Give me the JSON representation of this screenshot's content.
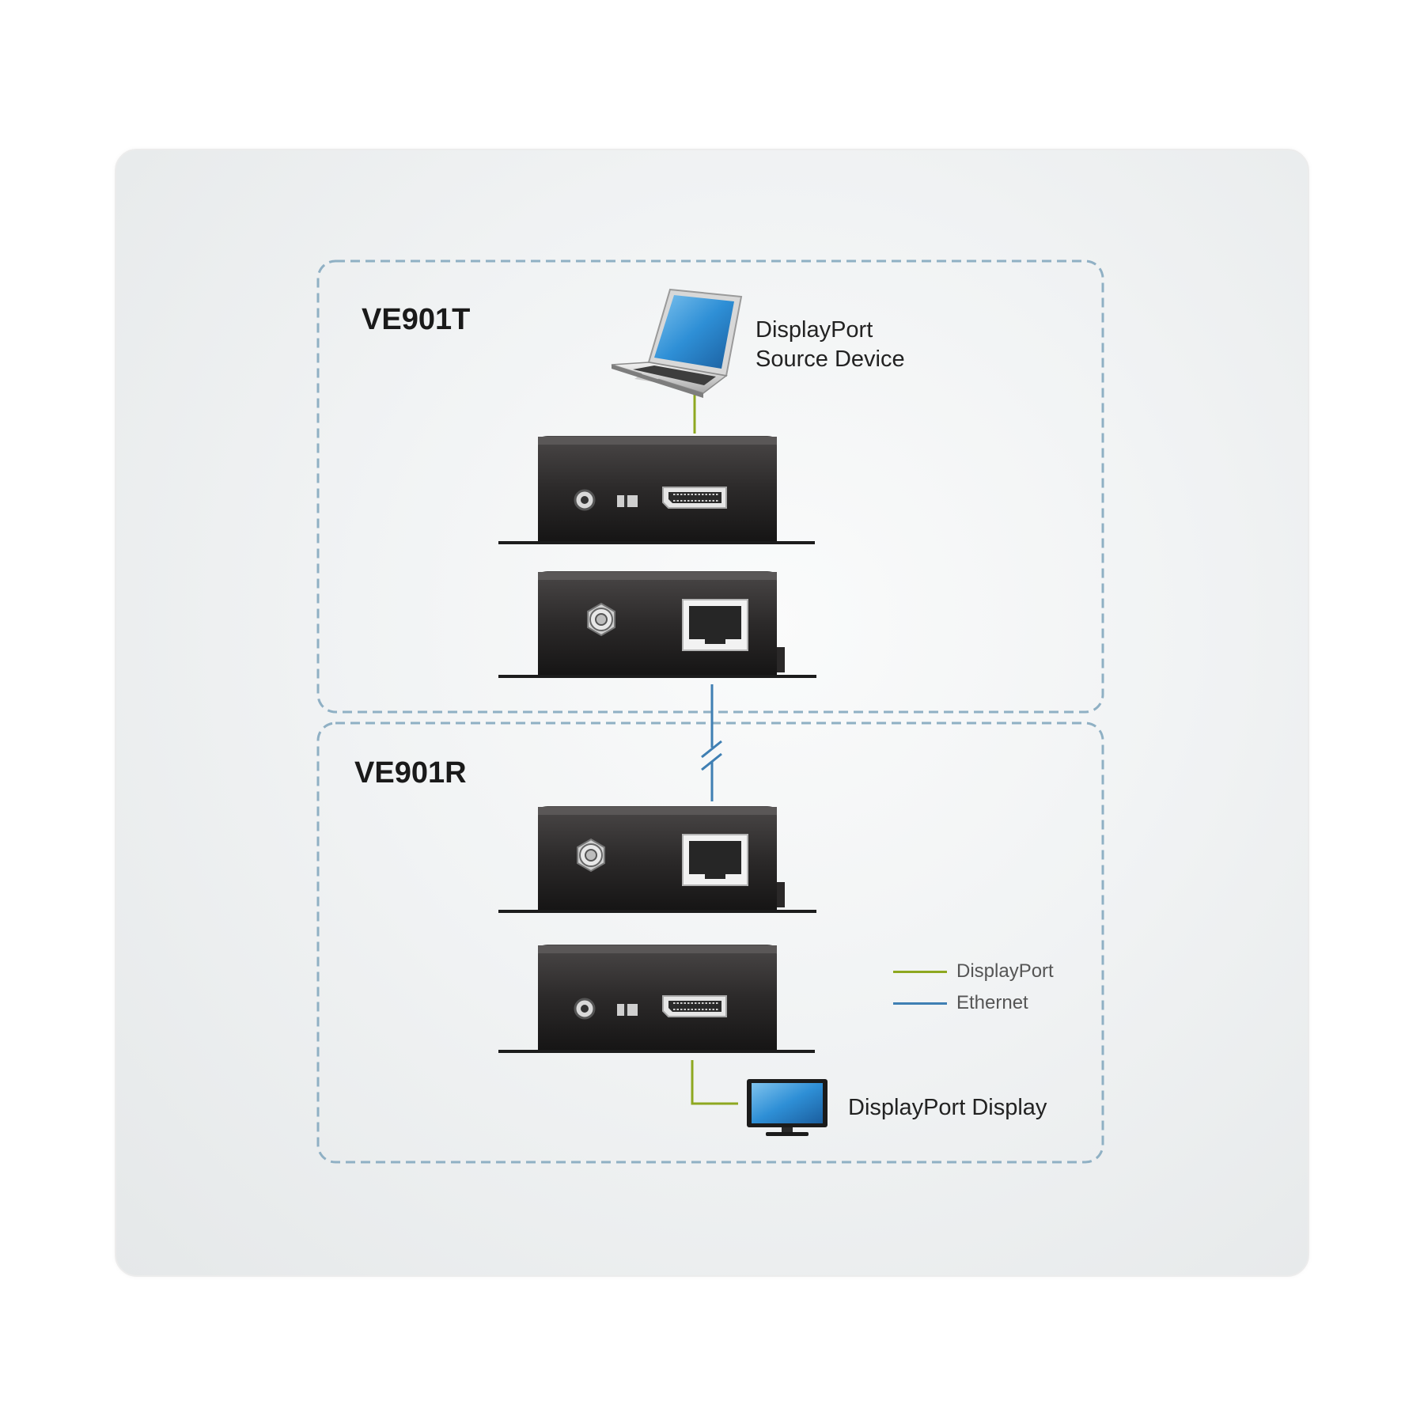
{
  "groups": {
    "transmitter": {
      "title": "VE901T"
    },
    "receiver": {
      "title": "VE901R"
    }
  },
  "labels": {
    "source_device": [
      "DisplayPort",
      "Source Device"
    ],
    "display": "DisplayPort Display"
  },
  "legend": [
    {
      "name": "DisplayPort",
      "color": "#8ea820"
    },
    {
      "name": "Ethernet",
      "color": "#3f7fb3"
    }
  ],
  "colors": {
    "dashed_border": "#8fb0c4",
    "device_body": "#2a2828",
    "displayport_line": "#8ea820",
    "ethernet_line": "#3f7fb3"
  }
}
